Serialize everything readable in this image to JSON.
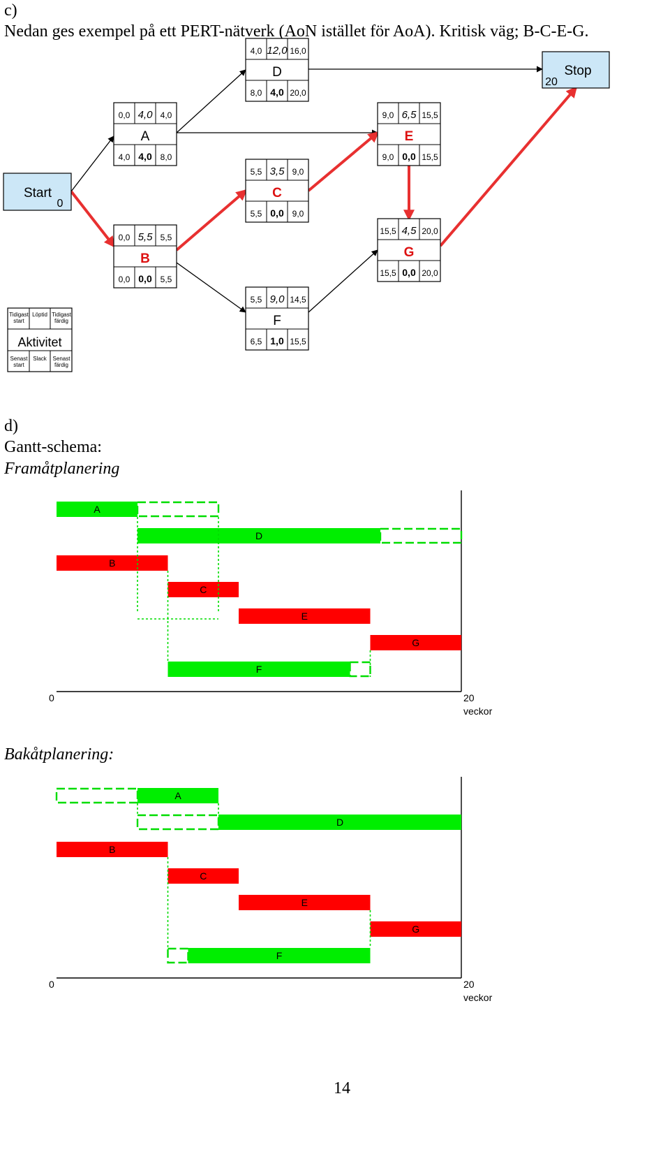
{
  "header": {
    "section_c": "c)",
    "intro": "Nedan ges exempel på ett PERT-nätverk (AoN istället för AoA). Kritisk väg; B-C-E-G."
  },
  "pert": {
    "start": {
      "label": "Start",
      "value": "0"
    },
    "stop": {
      "label": "Stop",
      "value": "20"
    },
    "nodes": [
      {
        "id": "A",
        "critical": false,
        "es": "0,0",
        "dur": "4,0",
        "ef": "4,0",
        "ls": "4,0",
        "slack": "4,0",
        "lf": "8,0"
      },
      {
        "id": "B",
        "critical": true,
        "es": "0,0",
        "dur": "5,5",
        "ef": "5,5",
        "ls": "0,0",
        "slack": "0,0",
        "lf": "5,5"
      },
      {
        "id": "C",
        "critical": true,
        "es": "5,5",
        "dur": "3,5",
        "ef": "9,0",
        "ls": "5,5",
        "slack": "0,0",
        "lf": "9,0"
      },
      {
        "id": "D",
        "critical": false,
        "es": "4,0",
        "dur": "12,0",
        "ef": "16,0",
        "ls": "8,0",
        "slack": "4,0",
        "lf": "20,0"
      },
      {
        "id": "E",
        "critical": true,
        "es": "9,0",
        "dur": "6,5",
        "ef": "15,5",
        "ls": "9,0",
        "slack": "0,0",
        "lf": "15,5"
      },
      {
        "id": "F",
        "critical": false,
        "es": "5,5",
        "dur": "9,0",
        "ef": "14,5",
        "ls": "6,5",
        "slack": "1,0",
        "lf": "15,5"
      },
      {
        "id": "G",
        "critical": true,
        "es": "15,5",
        "dur": "4,5",
        "ef": "20,0",
        "ls": "15,5",
        "slack": "0,0",
        "lf": "20,0"
      }
    ],
    "edges": [
      {
        "from": "Start",
        "to": "A",
        "critical": false
      },
      {
        "from": "Start",
        "to": "B",
        "critical": true
      },
      {
        "from": "A",
        "to": "D",
        "critical": false
      },
      {
        "from": "A",
        "to": "E",
        "critical": false
      },
      {
        "from": "B",
        "to": "C",
        "critical": true
      },
      {
        "from": "B",
        "to": "F",
        "critical": false
      },
      {
        "from": "C",
        "to": "E",
        "critical": true
      },
      {
        "from": "D",
        "to": "Stop",
        "critical": false
      },
      {
        "from": "E",
        "to": "G",
        "critical": true
      },
      {
        "from": "F",
        "to": "G",
        "critical": false
      },
      {
        "from": "G",
        "to": "Stop",
        "critical": true
      }
    ],
    "legend": {
      "tl": "Tidigast start",
      "tm": "Löptid",
      "tr": "Tidigast färdig",
      "center": "Aktivitet",
      "bl": "Senast start",
      "bm": "Slack",
      "br": "Senast färdig"
    }
  },
  "gantt": {
    "section_d": "d)",
    "title": "Gantt-schema:",
    "axis_start": "0",
    "axis_end": "20",
    "unit": "veckor",
    "charts": [
      {
        "name": "Framåtplanering",
        "tasks": [
          {
            "id": "A",
            "start": 0,
            "end": 4,
            "critical": false,
            "slack_start": 4,
            "slack_end": 8
          },
          {
            "id": "D",
            "start": 4,
            "end": 16,
            "critical": false,
            "slack_start": 16,
            "slack_end": 20
          },
          {
            "id": "B",
            "start": 0,
            "end": 5.5,
            "critical": true
          },
          {
            "id": "C",
            "start": 5.5,
            "end": 9,
            "critical": true
          },
          {
            "id": "E",
            "start": 9,
            "end": 15.5,
            "critical": true
          },
          {
            "id": "G",
            "start": 15.5,
            "end": 20,
            "critical": true
          },
          {
            "id": "F",
            "start": 5.5,
            "end": 14.5,
            "critical": false,
            "slack_start": 14.5,
            "slack_end": 15.5
          }
        ]
      },
      {
        "name": "Bakåtplanering:",
        "tasks": [
          {
            "id": "A",
            "start": 4,
            "end": 8,
            "critical": false,
            "slack_start": 0,
            "slack_end": 4
          },
          {
            "id": "D",
            "start": 8,
            "end": 20,
            "critical": false,
            "slack_start": 4,
            "slack_end": 8
          },
          {
            "id": "B",
            "start": 0,
            "end": 5.5,
            "critical": true
          },
          {
            "id": "C",
            "start": 5.5,
            "end": 9,
            "critical": true
          },
          {
            "id": "E",
            "start": 9,
            "end": 15.5,
            "critical": true
          },
          {
            "id": "G",
            "start": 15.5,
            "end": 20,
            "critical": true
          },
          {
            "id": "F",
            "start": 6.5,
            "end": 15.5,
            "critical": false,
            "slack_start": 5.5,
            "slack_end": 6.5
          }
        ]
      }
    ]
  },
  "footer": {
    "page_number": "14"
  },
  "colors": {
    "critical": "#ff0000",
    "non_critical": "#00ee00",
    "slack_outline": "#00dd00",
    "terminal_fill": "#cce7f7",
    "critical_arrow": "#e83030",
    "text": "#000000",
    "critical_text": "#dd1111"
  }
}
